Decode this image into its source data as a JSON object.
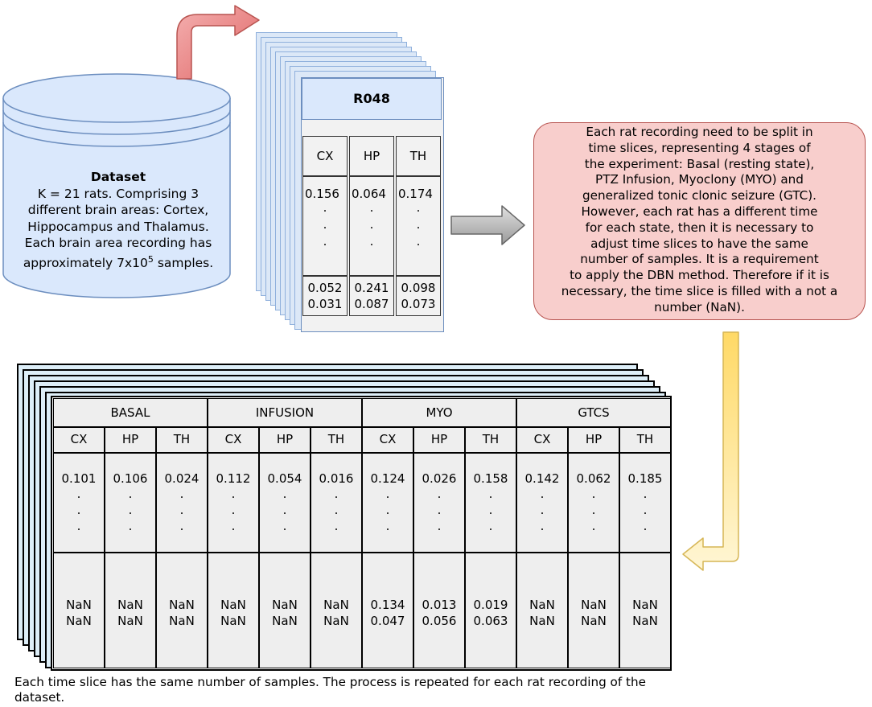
{
  "dataset": {
    "title": "Dataset",
    "description": "K = 21 rats. Comprising 3\ndifferent brain areas: Cortex,\nHippocampus and Thalamus.\nEach brain area recording has",
    "samples_prefix": "approximately 7x10",
    "samples_exp": "5",
    "samples_suffix": " samples."
  },
  "recording": {
    "title": "R048",
    "columns": [
      "CX",
      "HP",
      "TH"
    ],
    "first_values": [
      "0.156",
      "0.064",
      "0.174"
    ],
    "last_values": [
      "0.052\n0.031",
      "0.241\n0.087",
      "0.098\n0.073"
    ]
  },
  "note": {
    "lines": [
      "Each rat recording need to be split in",
      "time slices, representing 4 stages of",
      "the experiment: Basal (resting state),",
      "PTZ Infusion, Myoclony (MYO) and",
      "generalized tonic clonic seizure (GTC).",
      "However, each rat has a different time",
      "for each state, then it is necessary to",
      "adjust time slices to have the same",
      "number of samples. It is a requirement",
      "to apply the DBN method. Therefore if it is",
      "necessary, the time slice is filled with a not a",
      "number (NaN)."
    ]
  },
  "slices": {
    "stages": [
      {
        "name": "BASAL",
        "first_values": [
          "0.101",
          "0.106",
          "0.024"
        ],
        "last_values": [
          "NaN\nNaN",
          "NaN\nNaN",
          "NaN\nNaN"
        ]
      },
      {
        "name": "INFUSION",
        "first_values": [
          "0.112",
          "0.054",
          "0.016"
        ],
        "last_values": [
          "NaN\nNaN",
          "NaN\nNaN",
          "NaN\nNaN"
        ]
      },
      {
        "name": "MYO",
        "first_values": [
          "0.124",
          "0.026",
          "0.158"
        ],
        "last_values": [
          "0.134\n0.047",
          "0.013\n0.056",
          "0.019\n0.063"
        ]
      },
      {
        "name": "GTCS",
        "first_values": [
          "0.142",
          "0.062",
          "0.185"
        ],
        "last_values": [
          "NaN\nNaN",
          "NaN\nNaN",
          "NaN\nNaN"
        ]
      }
    ],
    "columns": [
      "CX",
      "HP",
      "TH"
    ],
    "dots": ".\n.\n."
  },
  "caption": "Each time slice has the same number of samples. The process is repeated for each rat recording of the dataset.",
  "colors": {
    "dataset_fill": "#dae8fc",
    "dataset_stroke": "#6c8ebf",
    "note_fill": "#f8cecc",
    "note_stroke": "#b85450",
    "red_arrow": "#e06666",
    "gray_arrow": "#b3b3b3",
    "yellow_arrow": "#ffd966"
  }
}
